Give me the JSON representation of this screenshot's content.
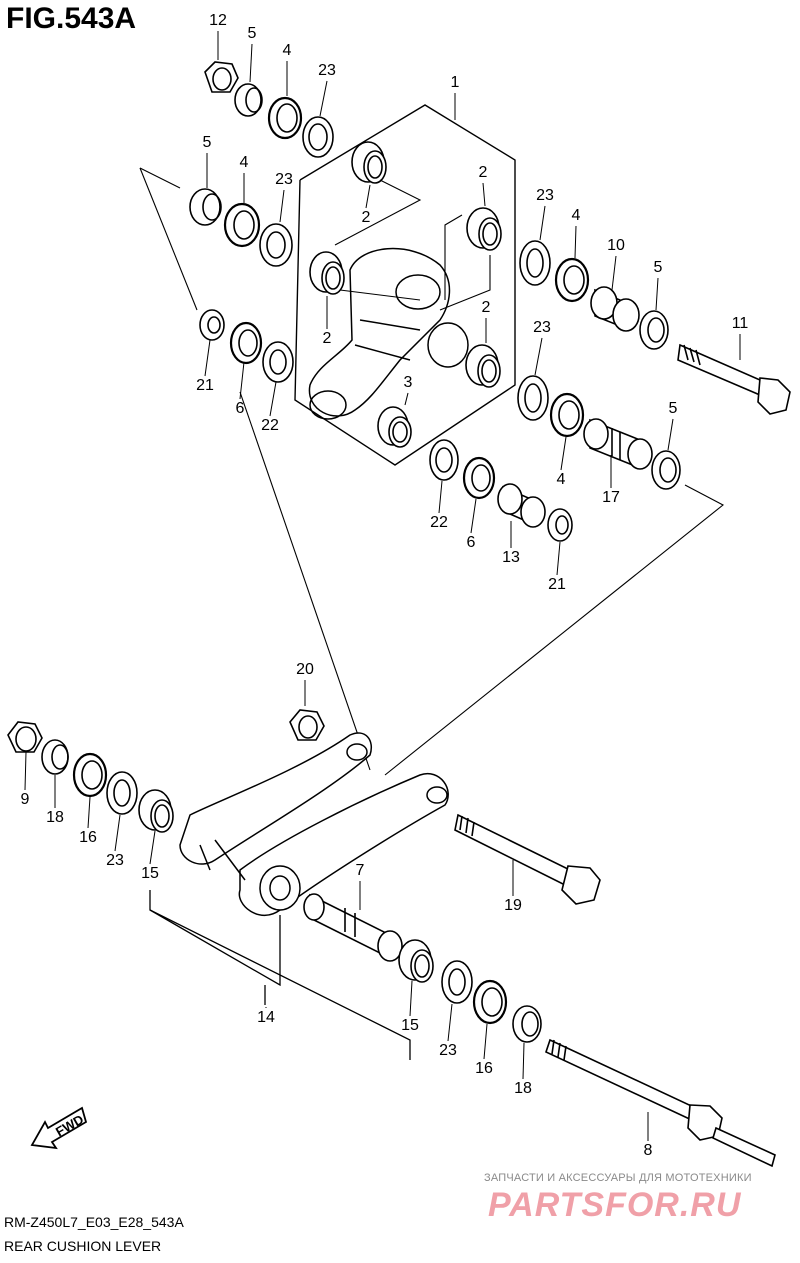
{
  "figure": {
    "title": "FIG.543A",
    "model_code": "RM-Z450L7_E03_E28_543A",
    "name": "REAR CUSHION LEVER"
  },
  "fwd_label": "FWD",
  "watermark": {
    "text": "ЗАПЧАСТИ И АКСЕССУАРЫ ДЛЯ МОТОТЕХНИКИ",
    "logo": "PARTSFOR.RU"
  },
  "callouts": [
    {
      "id": "c12a",
      "label": "12"
    },
    {
      "id": "c5a",
      "label": "5"
    },
    {
      "id": "c4a",
      "label": "4"
    },
    {
      "id": "c23a",
      "label": "23"
    },
    {
      "id": "c1",
      "label": "1"
    },
    {
      "id": "c5b",
      "label": "5"
    },
    {
      "id": "c4b",
      "label": "4"
    },
    {
      "id": "c23b",
      "label": "23"
    },
    {
      "id": "c2a",
      "label": "2"
    },
    {
      "id": "c2b",
      "label": "2"
    },
    {
      "id": "c2c",
      "label": "2"
    },
    {
      "id": "c2d",
      "label": "2"
    },
    {
      "id": "c23c",
      "label": "23"
    },
    {
      "id": "c4c",
      "label": "4"
    },
    {
      "id": "c10",
      "label": "10"
    },
    {
      "id": "c5c",
      "label": "5"
    },
    {
      "id": "c11",
      "label": "11"
    },
    {
      "id": "c21a",
      "label": "21"
    },
    {
      "id": "c6a",
      "label": "6"
    },
    {
      "id": "c22a",
      "label": "22"
    },
    {
      "id": "c3",
      "label": "3"
    },
    {
      "id": "c23d",
      "label": "23"
    },
    {
      "id": "c4d",
      "label": "4"
    },
    {
      "id": "c5d",
      "label": "5"
    },
    {
      "id": "c17",
      "label": "17"
    },
    {
      "id": "c22b",
      "label": "22"
    },
    {
      "id": "c6b",
      "label": "6"
    },
    {
      "id": "c13",
      "label": "13"
    },
    {
      "id": "c21b",
      "label": "21"
    },
    {
      "id": "c20",
      "label": "20"
    },
    {
      "id": "c9",
      "label": "9"
    },
    {
      "id": "c18a",
      "label": "18"
    },
    {
      "id": "c16a",
      "label": "16"
    },
    {
      "id": "c23e",
      "label": "23"
    },
    {
      "id": "c15a",
      "label": "15"
    },
    {
      "id": "c7",
      "label": "7"
    },
    {
      "id": "c19",
      "label": "19"
    },
    {
      "id": "c14",
      "label": "14"
    },
    {
      "id": "c15b",
      "label": "15"
    },
    {
      "id": "c23f",
      "label": "23"
    },
    {
      "id": "c16b",
      "label": "16"
    },
    {
      "id": "c18b",
      "label": "18"
    },
    {
      "id": "c8",
      "label": "8"
    }
  ]
}
